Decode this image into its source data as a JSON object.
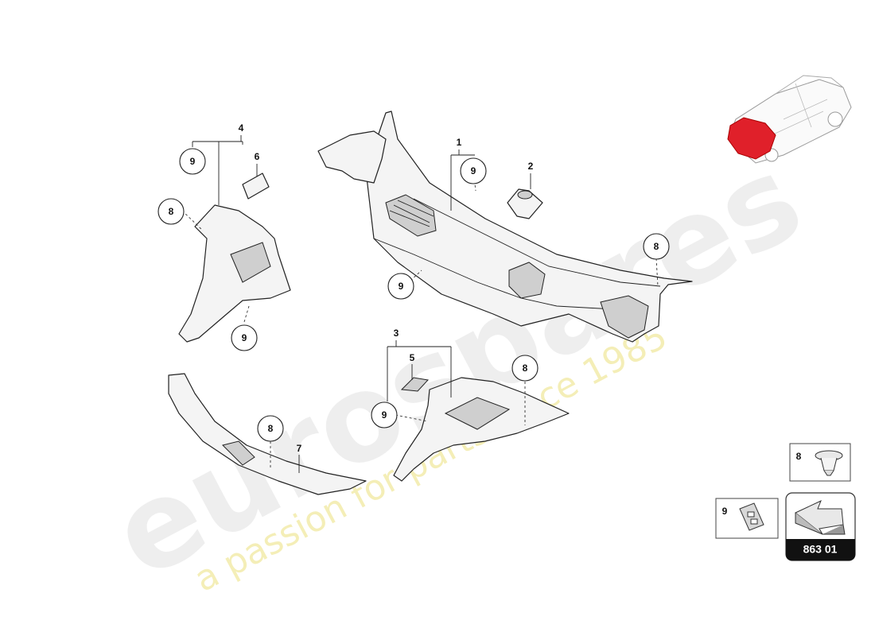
{
  "diagram": {
    "parts": [
      {
        "id": "part-1",
        "label": "1"
      },
      {
        "id": "part-2",
        "label": "2"
      },
      {
        "id": "part-3",
        "label": "3"
      },
      {
        "id": "part-4",
        "label": "4"
      },
      {
        "id": "part-5",
        "label": "5"
      },
      {
        "id": "part-6",
        "label": "6"
      },
      {
        "id": "part-7",
        "label": "7"
      }
    ],
    "callouts": {
      "c8": "8",
      "c9": "9"
    }
  },
  "legend": {
    "clip_label": "8",
    "fastener_label": "9"
  },
  "badge": {
    "code": "863 01"
  },
  "watermark": {
    "brand": "eurospares",
    "tagline": "a passion for parts since 1985"
  },
  "colors": {
    "highlight": "#e0202a",
    "line": "#222222",
    "badge_bg": "#111111"
  }
}
